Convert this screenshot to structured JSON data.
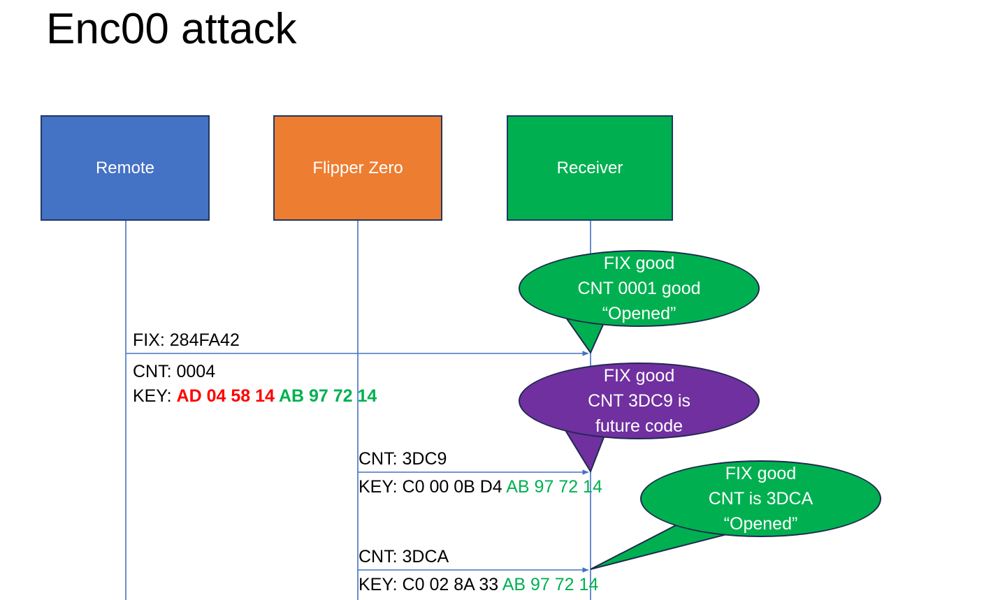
{
  "slide": {
    "title": "Enc00 attack",
    "background": "#ffffff"
  },
  "colors": {
    "remote": "#4472C4",
    "flipper": "#ED7D31",
    "receiver": "#00B050",
    "future_code": "#7030A0",
    "key_red": "#FF0000",
    "key_green": "#00B050",
    "lifeline": "#4472C4",
    "box_border": "#1F3864"
  },
  "actors": [
    {
      "id": "remote",
      "label": "Remote"
    },
    {
      "id": "flipper",
      "label": "Flipper Zero"
    },
    {
      "id": "receiver",
      "label": "Receiver"
    }
  ],
  "messages": {
    "fix": "FIX: 284FA42",
    "cnt1": "CNT: 0004",
    "key1_prefix": "KEY: ",
    "key1_red": "AD 04 58 14",
    "key1_green": " AB 97 72 14",
    "cnt2": "CNT: 3DC9",
    "key2_prefix": "KEY: C0 00 0B D4",
    "key2_green": " AB 97 72 14",
    "cnt3": "CNT: 3DCA",
    "key3_prefix": "KEY: C0 02 8A 33",
    "key3_green": " AB 97 72 14"
  },
  "bubbles": [
    {
      "id": "bubble-1",
      "color": "#00B050",
      "lines": [
        "FIX good",
        "CNT 0001 good",
        "“Opened”"
      ]
    },
    {
      "id": "bubble-2",
      "color": "#7030A0",
      "lines": [
        "FIX good",
        "CNT 3DC9 is",
        "future code"
      ]
    },
    {
      "id": "bubble-3",
      "color": "#00B050",
      "lines": [
        "FIX good",
        "CNT is 3DCA",
        "“Opened”"
      ]
    }
  ]
}
